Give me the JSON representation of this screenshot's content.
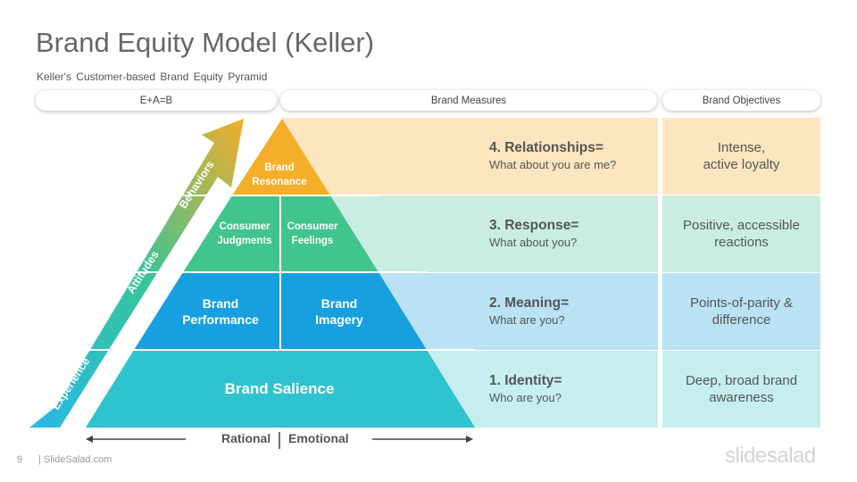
{
  "title": "Brand Equity Model (Keller)",
  "subtitle": "Keller's Customer-based Brand Equity Pyramid",
  "headers": {
    "left": "E+A=B",
    "middle": "Brand Measures",
    "right": "Brand Objectives"
  },
  "arrow": {
    "experience": "Experience",
    "attitudes": "Attitudes",
    "behaviors": "Behaviors"
  },
  "pyramid": {
    "resonance": "Brand Resonance",
    "judgments": "Consumer Judgments",
    "feelings": "Consumer Feelings",
    "performance": "Brand Performance",
    "imagery": "Brand Imagery",
    "salience": "Brand Salience"
  },
  "measures": [
    {
      "heading": "4. Relationships=",
      "question": "What about you are me?"
    },
    {
      "heading": "3. Response=",
      "question": "What about you?"
    },
    {
      "heading": "2. Meaning=",
      "question": "What are you?"
    },
    {
      "heading": "1. Identity=",
      "question": "Who are you?"
    }
  ],
  "objectives": [
    {
      "line1": "Intense,",
      "line2": "active loyalty"
    },
    {
      "line1": "Positive, accessible",
      "line2": "reactions"
    },
    {
      "line1": "Points-of-parity &",
      "line2": "difference"
    },
    {
      "line1": "Deep, broad brand",
      "line2": "awareness"
    }
  ],
  "bottom": {
    "rational": "Rational",
    "emotional": "Emotional"
  },
  "footer": {
    "page": "9",
    "site": "| SlideSalad.com",
    "logo": "slidesalad"
  },
  "colors": {
    "resonance": "#f4ae2a",
    "response": "#41c48e",
    "meaning": "#189fe0",
    "identity": "#2ec3cf",
    "band_resonance": "#fde6bf",
    "band_response": "#c9eee0",
    "band_meaning": "#b9e2f5",
    "band_identity": "#c6eef0"
  }
}
